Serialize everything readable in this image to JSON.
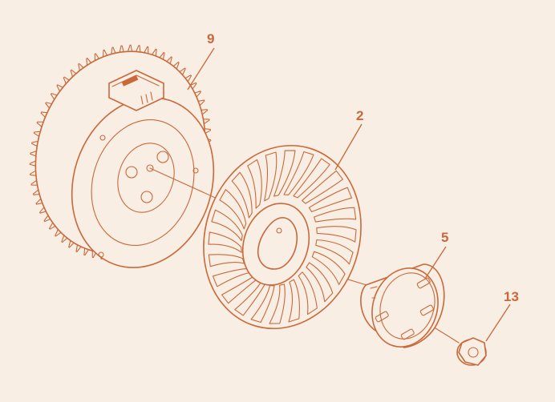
{
  "colors": {
    "background": "#f8eee4",
    "line": "#c9693a"
  },
  "callouts": [
    {
      "id": "flywheel",
      "label": "9"
    },
    {
      "id": "fan",
      "label": "2"
    },
    {
      "id": "cup",
      "label": "5"
    },
    {
      "id": "nut",
      "label": "13"
    }
  ]
}
